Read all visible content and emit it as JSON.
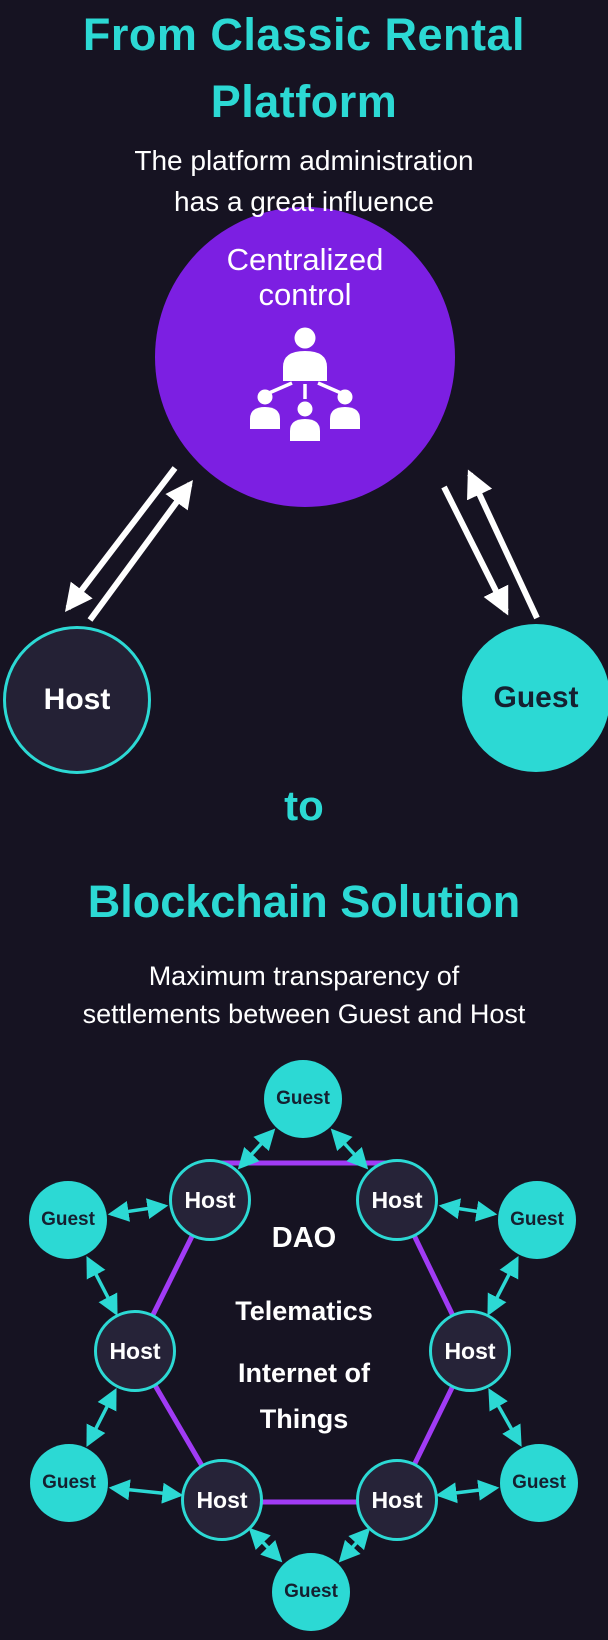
{
  "colors": {
    "background": "#161322",
    "accent_teal": "#2cd9d4",
    "central_purple": "#7c1fe2",
    "hexagon_line_purple": "#a13bf5",
    "node_dark_fill": "#262338",
    "white": "#ffffff",
    "dark_text_on_teal": "#152030"
  },
  "classic_section": {
    "title": "From Classic Rental Platform",
    "subtitle_line1": "The platform administration",
    "subtitle_line2": "has a great influence",
    "central_circle": {
      "label": "Centralized control",
      "icon": "people-hierarchy-icon"
    },
    "host": {
      "label": "Host"
    },
    "guest": {
      "label": "Guest"
    }
  },
  "transition": {
    "label": "to"
  },
  "blockchain_section": {
    "title": "Blockchain Solution",
    "subtitle_line1": "Maximum transparency of",
    "subtitle_line2": "settlements between Guest and Host",
    "center_labels": {
      "line1": "DAO",
      "line2": "Telematics",
      "line3": "Internet of",
      "line4": "Things"
    },
    "nodes": [
      {
        "id": "guest-top",
        "type": "guest",
        "label": "Guest"
      },
      {
        "id": "host-top-left",
        "type": "host",
        "label": "Host"
      },
      {
        "id": "host-top-right",
        "type": "host",
        "label": "Host"
      },
      {
        "id": "guest-left",
        "type": "guest",
        "label": "Guest"
      },
      {
        "id": "guest-right",
        "type": "guest",
        "label": "Guest"
      },
      {
        "id": "host-mid-left",
        "type": "host",
        "label": "Host"
      },
      {
        "id": "host-mid-right",
        "type": "host",
        "label": "Host"
      },
      {
        "id": "guest-bottom-left",
        "type": "guest",
        "label": "Guest"
      },
      {
        "id": "guest-bottom-right",
        "type": "guest",
        "label": "Guest"
      },
      {
        "id": "host-bottom-left",
        "type": "host",
        "label": "Host"
      },
      {
        "id": "host-bottom-right",
        "type": "host",
        "label": "Host"
      },
      {
        "id": "guest-bottom",
        "type": "guest",
        "label": "Guest"
      }
    ]
  }
}
